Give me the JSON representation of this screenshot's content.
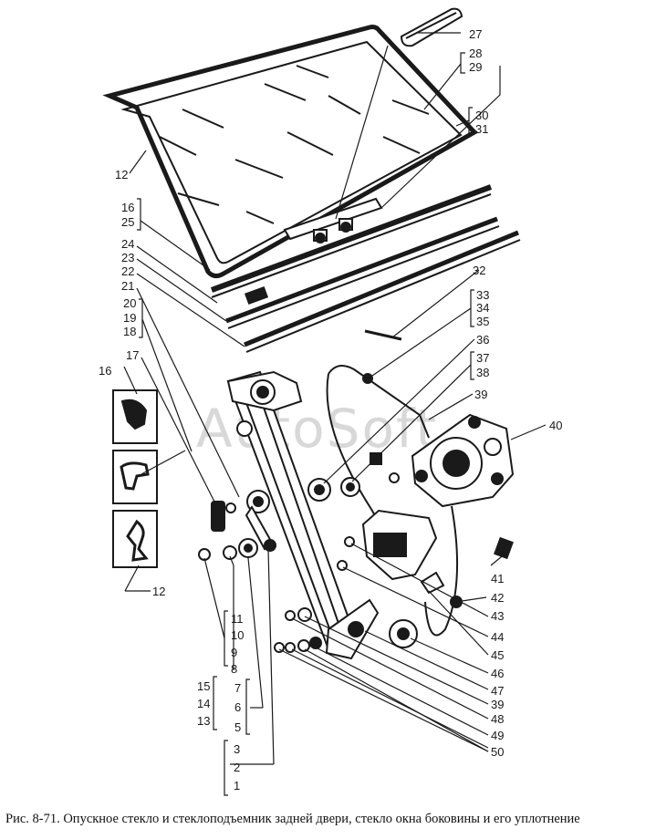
{
  "caption": "Рис. 8-71. Опускное стекло и стеклоподъемник задней двери, стекло окна боковины и его уплотнение",
  "watermark": "AutoSoft",
  "labels": {
    "n1": "1",
    "n2": "2",
    "n3": "3",
    "n5": "5",
    "n6": "6",
    "n7": "7",
    "n8": "8",
    "n9": "9",
    "n10": "10",
    "n11": "11",
    "n12": "12",
    "n12b": "12",
    "n13": "13",
    "n14": "14",
    "n15": "15",
    "n16": "16",
    "n16b": "16",
    "n17": "17",
    "n18": "18",
    "n19": "19",
    "n20": "20",
    "n21": "21",
    "n22": "22",
    "n23": "23",
    "n24": "24",
    "n25": "25",
    "n27": "27",
    "n28": "28",
    "n29": "29",
    "n30": "30",
    "n31": "31",
    "n32": "32",
    "n33": "33",
    "n34": "34",
    "n35": "35",
    "n36": "36",
    "n37": "37",
    "n38": "38",
    "n39": "39",
    "n39b": "39",
    "n40": "40",
    "n41": "41",
    "n42": "42",
    "n43": "43",
    "n44": "44",
    "n45": "45",
    "n46": "46",
    "n47": "47",
    "n48": "48",
    "n49": "49",
    "n50": "50"
  },
  "colors": {
    "ink": "#1a1a1a",
    "paper": "#ffffff",
    "watermark": "#d8d8d8"
  }
}
